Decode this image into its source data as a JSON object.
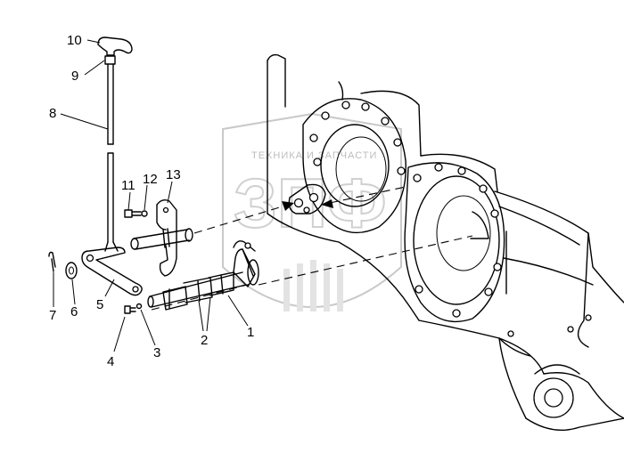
{
  "watermark": {
    "text": "ТЕХНИКА И ЗАПЧАСТИ",
    "letters": "ЗПФ"
  },
  "callouts": [
    {
      "id": "1",
      "label": "1"
    },
    {
      "id": "2",
      "label": "2"
    },
    {
      "id": "3",
      "label": "3"
    },
    {
      "id": "4",
      "label": "4"
    },
    {
      "id": "5",
      "label": "5"
    },
    {
      "id": "6",
      "label": "6"
    },
    {
      "id": "7",
      "label": "7"
    },
    {
      "id": "8",
      "label": "8"
    },
    {
      "id": "9",
      "label": "9"
    },
    {
      "id": "10",
      "label": "10"
    },
    {
      "id": "11",
      "label": "11"
    },
    {
      "id": "12",
      "label": "12"
    },
    {
      "id": "13",
      "label": "13"
    }
  ]
}
